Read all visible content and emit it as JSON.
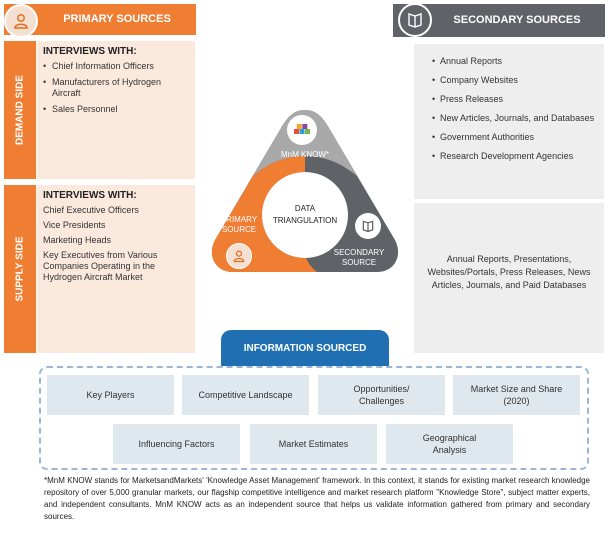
{
  "primary": {
    "title": "PRIMARY SOURCES",
    "demand_side": {
      "label": "DEMAND SIDE",
      "heading": "INTERVIEWS WITH:",
      "items": [
        "Chief Information Officers",
        "Manufacturers of Hydrogen Aircraft",
        "Sales Personnel"
      ]
    },
    "supply_side": {
      "label": "SUPPLY SIDE",
      "heading": "INTERVIEWS WITH:",
      "items": [
        "Chief Executive Officers",
        "Vice Presidents",
        "Marketing Heads",
        "Key Executives from Various Companies Operating in the Hydrogen Aircraft Market"
      ]
    }
  },
  "secondary": {
    "title": "SECONDARY SOURCES",
    "items": [
      "Annual Reports",
      "Company Websites",
      "Press Releases",
      "New Articles, Journals, and Databases",
      "Government Authorities",
      "Research Development Agencies"
    ],
    "summary": "Annual Reports, Presentations, Websites/Portals, Press Releases, News Articles, Journals, and Paid Databases"
  },
  "triangulation": {
    "center_line1": "DATA",
    "center_line2": "TRIANGULATION",
    "mnm": "MnM KNOW*",
    "primary_line1": "PRIMARY",
    "primary_line2": "SOURCE",
    "secondary_line1": "SECONDARY",
    "secondary_line2": "SOURCE"
  },
  "information": {
    "title": "INFORMATION SOURCED",
    "row1": [
      "Key Players",
      "Competitive Landscape",
      "Opportunities/ Challenges",
      "Market Size and Share (2020)"
    ],
    "row2": [
      "Influencing Factors",
      "Market Estimates",
      "Geographical Analysis"
    ]
  },
  "footnote": "*MnM KNOW stands for MarketsandMarkets' 'Knowledge Asset Management' framework. In this context, it stands for existing market research knowledge repository of over 5,000 granular markets, our flagship competitive intelligence and market research platform \"Knowledge Store\", subject matter experts, and independent consultants. MnM KNOW acts as an independent source that helps us validate information gathered from primary and secondary sources.",
  "colors": {
    "orange": "#ef7d32",
    "gray": "#5f6266",
    "blue": "#1f6fb2"
  },
  "icons": {
    "primary": "person-icon",
    "secondary": "book-icon",
    "mnm": "cubes-icon"
  }
}
